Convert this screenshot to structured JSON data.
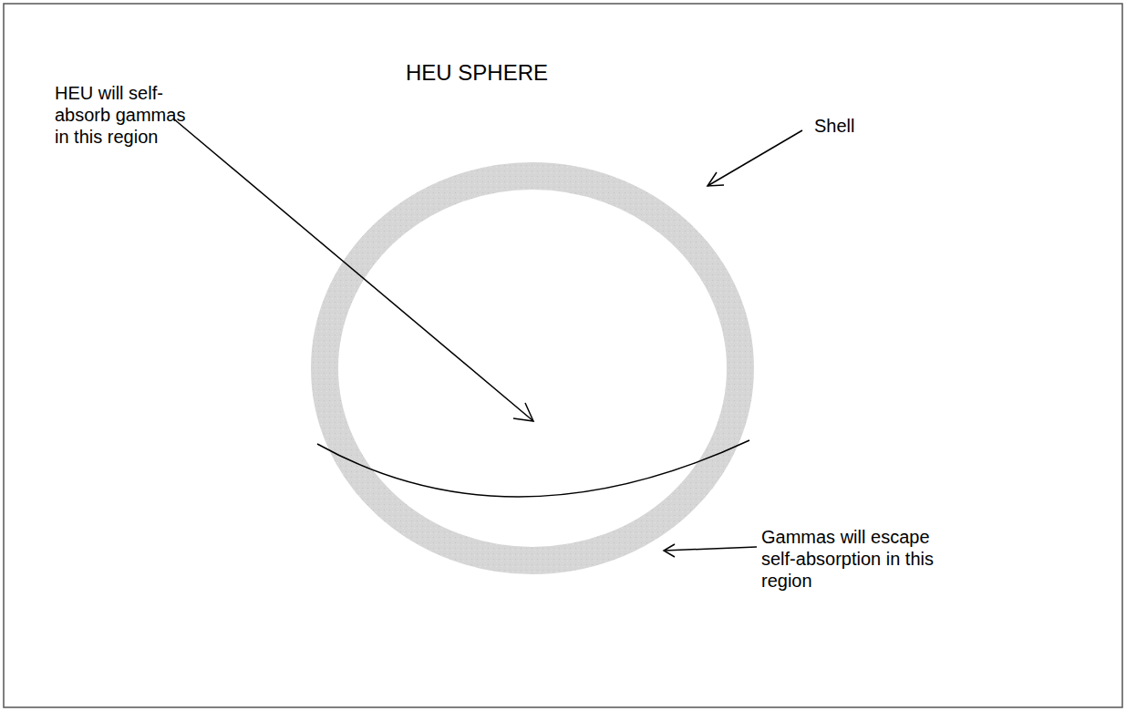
{
  "diagram": {
    "title": "HEU SPHERE",
    "labels": [
      "HEU will self-absorb gammas in this region",
      "Shell",
      "Gammas will escape self-absorption in this region"
    ]
  }
}
